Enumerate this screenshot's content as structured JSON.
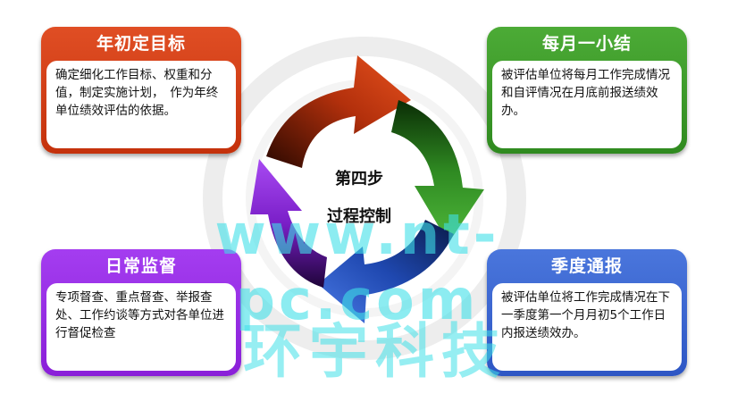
{
  "center": {
    "step": "第四步",
    "title": "过程控制"
  },
  "cards": {
    "top_left": {
      "title": "年初定目标",
      "body": "确定细化工作目标、权重和分值，制定实施计划，　作为年终单位绩效评估的依据。"
    },
    "top_right": {
      "title": "每月一小结",
      "body": "被评估单位将每月工作完成情况和自评情况在月底前报送绩效办。"
    },
    "bottom_left": {
      "title": "日常监督",
      "body": "专项督查、重点督查、举报查处、工作约谈等方式对各单位进行督促检查"
    },
    "bottom_right": {
      "title": "季度通报",
      "body": "被评估单位将工作完成情况在下一季度第一个月月初5个工作日内报送绩效办。"
    }
  },
  "watermark": {
    "url": "www.nt-pc.com",
    "company": "环宇科技"
  },
  "colors": {
    "red": "#d2401a",
    "green": "#3a9a2a",
    "blue": "#3a64d0",
    "purple": "#9a2fe6"
  }
}
